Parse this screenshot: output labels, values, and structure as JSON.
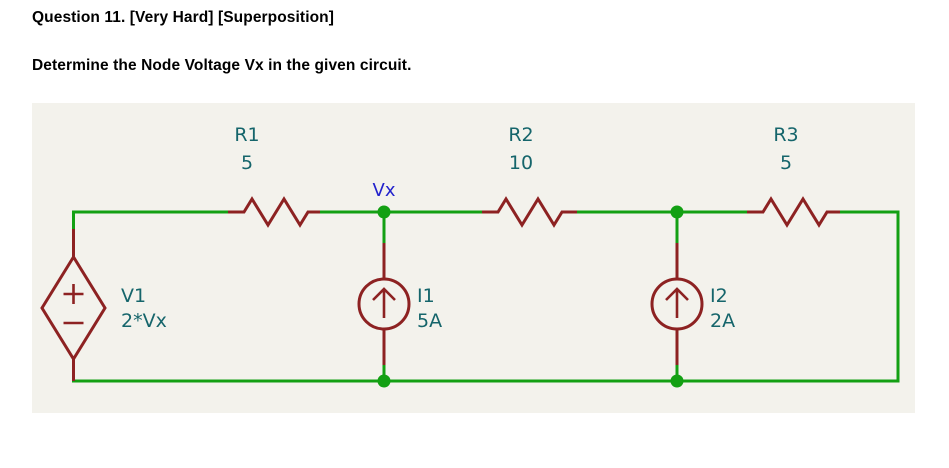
{
  "question": {
    "title": "Question 11. [Very Hard] [Superposition]",
    "prompt": "Determine the Node Voltage Vx in the given circuit."
  },
  "circuit": {
    "node_label": "Vx",
    "colors": {
      "wire": "#13a013",
      "component": "#8d2222",
      "component_label": "#15656b",
      "node_label": "#2222cc",
      "panel_background": "#f3f2ec"
    },
    "components": [
      {
        "id": "R1",
        "type": "resistor",
        "name": "R1",
        "value": "5"
      },
      {
        "id": "R2",
        "type": "resistor",
        "name": "R2",
        "value": "10"
      },
      {
        "id": "R3",
        "type": "resistor",
        "name": "R3",
        "value": "5"
      },
      {
        "id": "V1",
        "type": "dependent-voltage-source",
        "name": "V1",
        "value": "2*Vx",
        "plus": "+",
        "minus": "−"
      },
      {
        "id": "I1",
        "type": "current-source",
        "name": "I1",
        "value": "5A"
      },
      {
        "id": "I2",
        "type": "current-source",
        "name": "I2",
        "value": "2A"
      }
    ]
  }
}
